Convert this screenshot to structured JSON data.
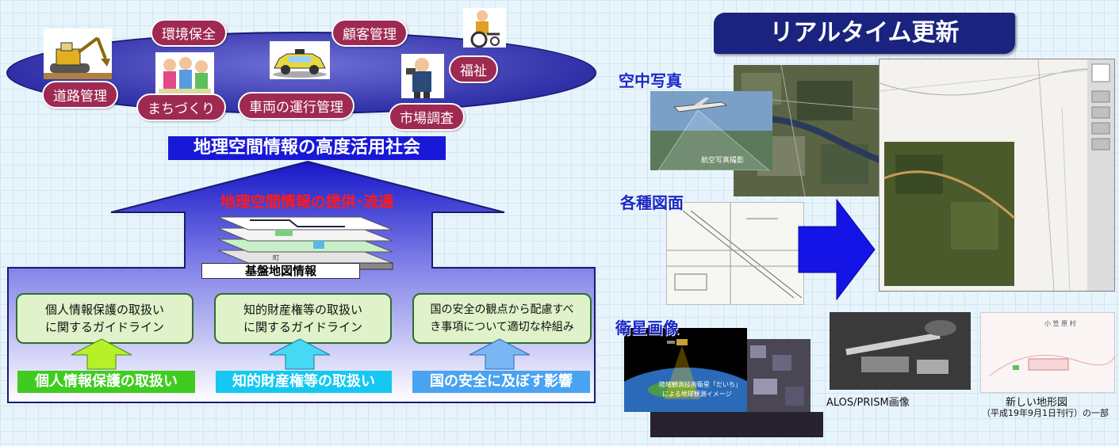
{
  "top_society": {
    "pills": {
      "kankyo": "環境保全",
      "kokyaku": "顧客管理",
      "fukushi": "福祉",
      "doro": "道路管理",
      "machi": "まちづくり",
      "sharyo": "車両の運行管理",
      "shijo": "市場調査"
    },
    "society_title": "地理空間情報の高度活用社会"
  },
  "center": {
    "flow_title": "地理空間情報の提供･流通",
    "base_map_label": "基盤地図情報",
    "map_small_label": "町"
  },
  "guidelines": [
    {
      "line1": "個人情報保護の取扱い",
      "line2": "に関するガイドライン"
    },
    {
      "line1": "知的財産権等の取扱い",
      "line2": "に関するガイドライン"
    },
    {
      "line1": "国の安全の観点から配慮すべ",
      "line2": "き事項について適切な枠組み"
    }
  ],
  "bottom_bands": [
    {
      "label": "個人情報保護の取扱い",
      "color": "#3fcc1f"
    },
    {
      "label": "知的財産権等の取扱い",
      "color": "#14c8f2"
    },
    {
      "label": "国の安全に及ぼす影響",
      "color": "#4aa3f0"
    }
  ],
  "right": {
    "banner": "リアルタイム更新",
    "headings": {
      "aerial": "空中写真",
      "drawings": "各種図面",
      "satellite": "衛星画像"
    },
    "aerial_caption": "航空写真撮影",
    "satellite_caption_line1": "陸域観測技術衛星「だいち」",
    "satellite_caption_line2": "による地球観測イメージ",
    "alos_caption": "ALOS/PRISM画像",
    "new_map_caption_line1": "新しい地形図",
    "new_map_caption_line2": "（平成19年9月1日刊行）の一部"
  }
}
